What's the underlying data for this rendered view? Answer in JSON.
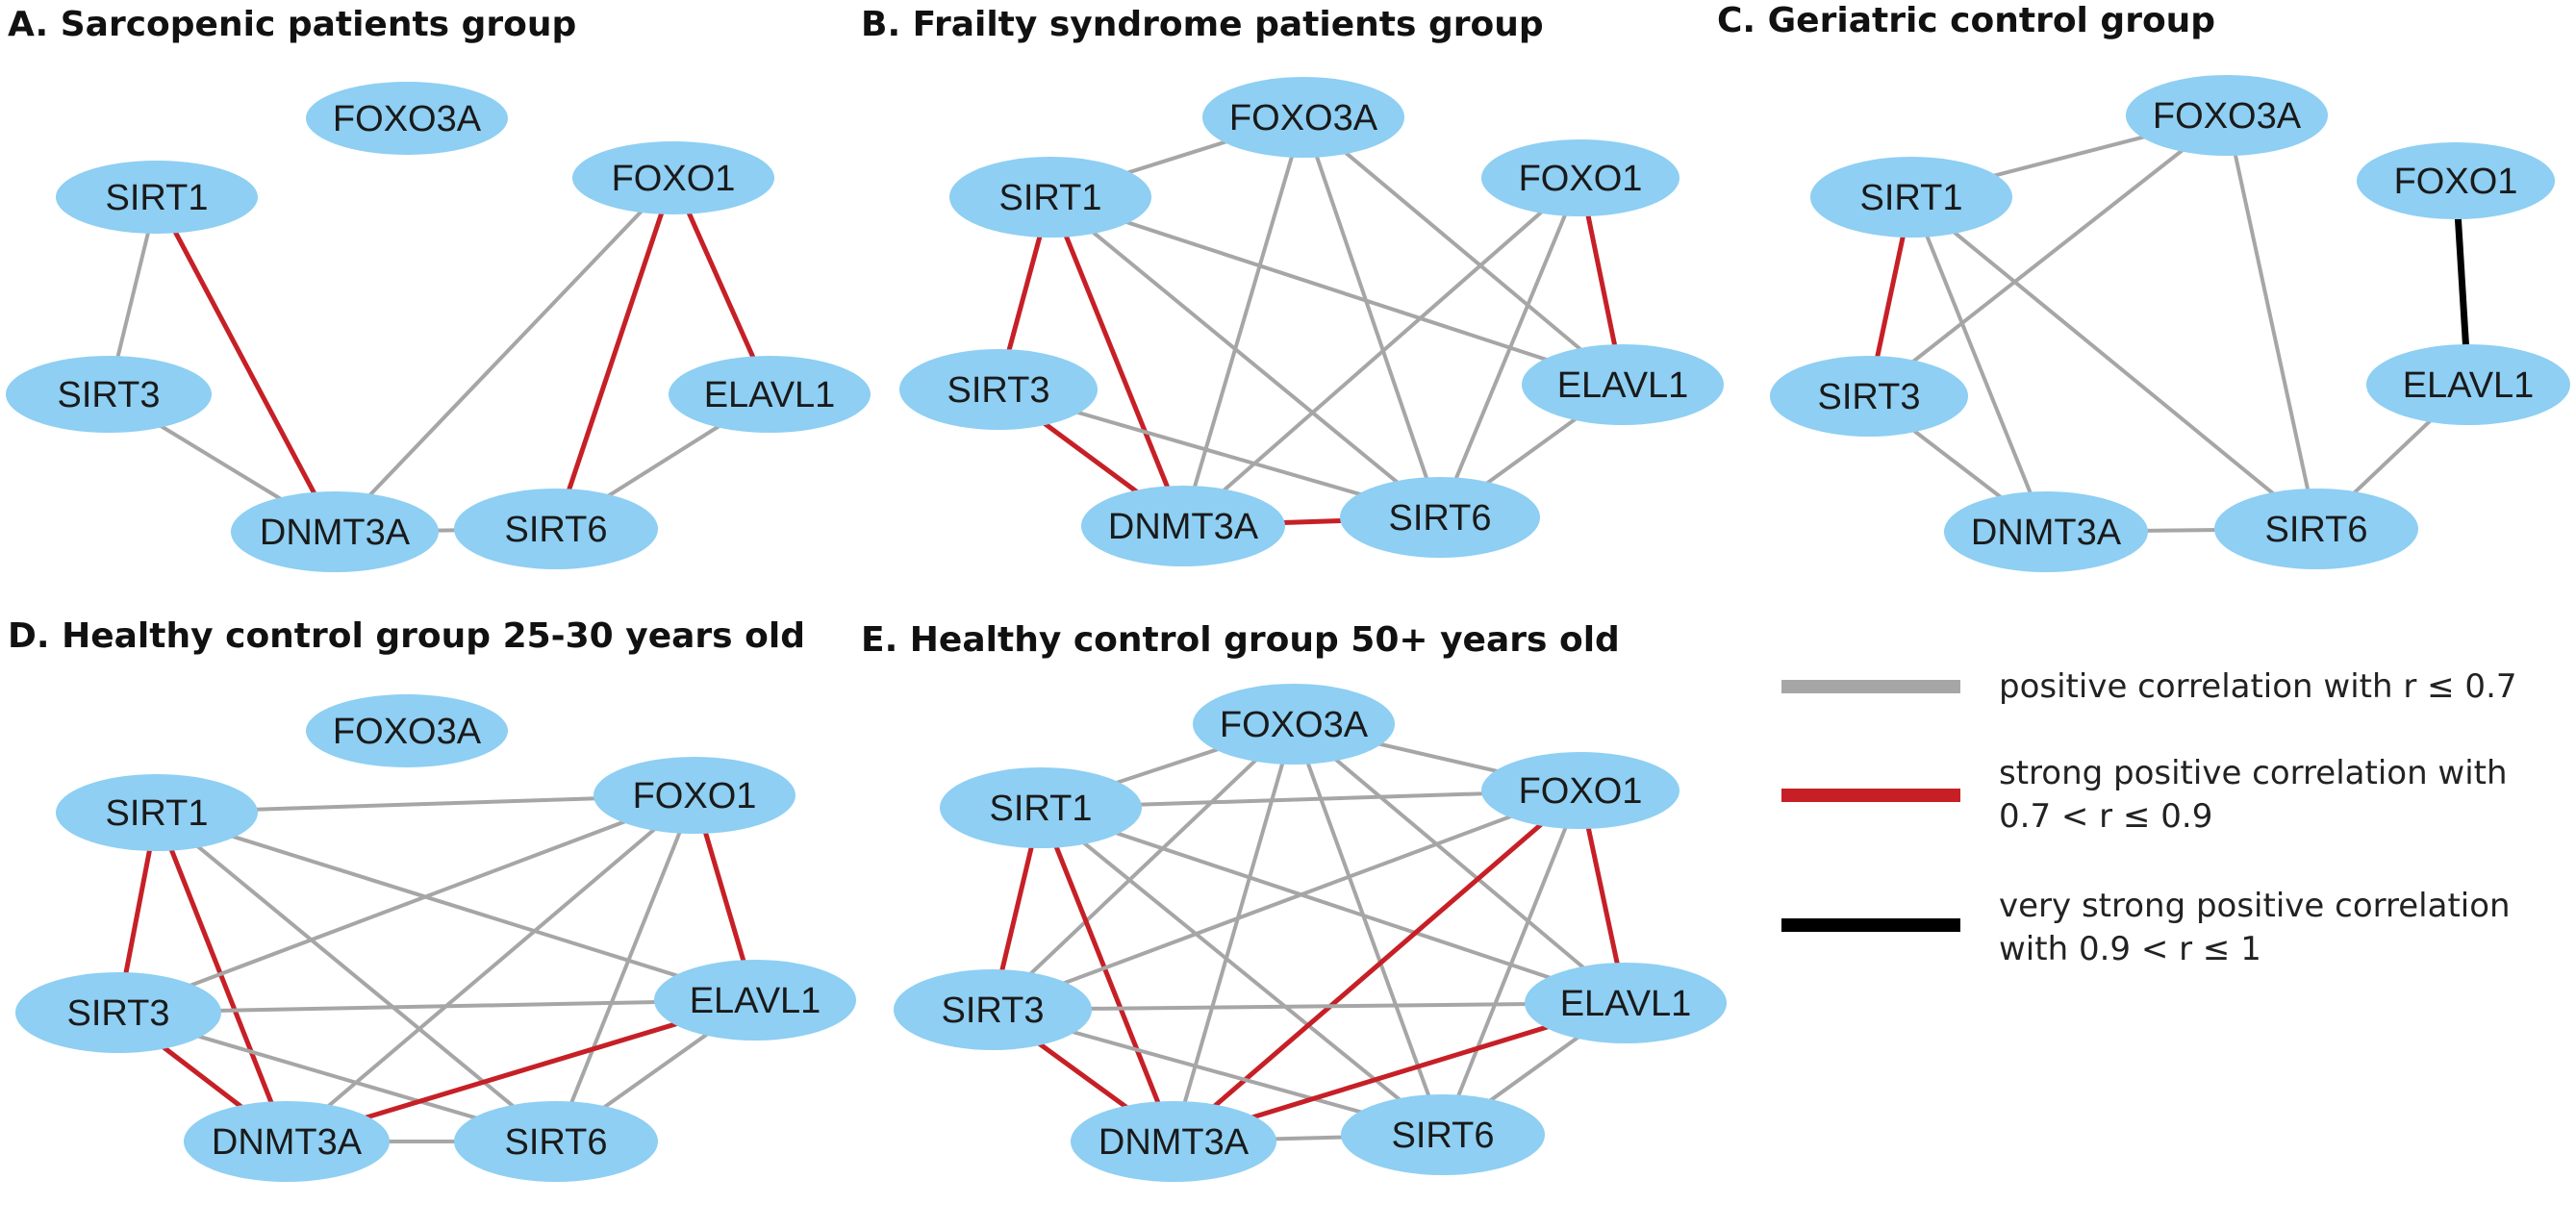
{
  "colors": {
    "node_fill": "#8ecff3",
    "weak": "#a6a6a6",
    "strong": "#c62026",
    "very_strong": "#000000"
  },
  "panels": [
    {
      "id": "A",
      "title": "A. Sarcopenic patients group",
      "edges": [
        {
          "from": "SIRT1",
          "to": "SIRT3",
          "level": "weak"
        },
        {
          "from": "SIRT1",
          "to": "DNMT3A",
          "level": "strong"
        },
        {
          "from": "SIRT3",
          "to": "DNMT3A",
          "level": "weak"
        },
        {
          "from": "FOXO1",
          "to": "DNMT3A",
          "level": "weak"
        },
        {
          "from": "FOXO1",
          "to": "SIRT6",
          "level": "strong"
        },
        {
          "from": "FOXO1",
          "to": "ELAVL1",
          "level": "strong"
        },
        {
          "from": "ELAVL1",
          "to": "SIRT6",
          "level": "weak"
        },
        {
          "from": "DNMT3A",
          "to": "SIRT6",
          "level": "weak"
        }
      ]
    },
    {
      "id": "B",
      "title": "B. Frailty syndrome patients group",
      "edges": [
        {
          "from": "SIRT1",
          "to": "FOXO3A",
          "level": "weak"
        },
        {
          "from": "SIRT1",
          "to": "SIRT3",
          "level": "strong"
        },
        {
          "from": "SIRT1",
          "to": "DNMT3A",
          "level": "strong"
        },
        {
          "from": "SIRT1",
          "to": "SIRT6",
          "level": "weak"
        },
        {
          "from": "SIRT1",
          "to": "ELAVL1",
          "level": "weak"
        },
        {
          "from": "FOXO3A",
          "to": "DNMT3A",
          "level": "weak"
        },
        {
          "from": "FOXO3A",
          "to": "SIRT6",
          "level": "weak"
        },
        {
          "from": "FOXO3A",
          "to": "ELAVL1",
          "level": "weak"
        },
        {
          "from": "FOXO1",
          "to": "ELAVL1",
          "level": "strong"
        },
        {
          "from": "FOXO1",
          "to": "DNMT3A",
          "level": "weak"
        },
        {
          "from": "FOXO1",
          "to": "SIRT6",
          "level": "weak"
        },
        {
          "from": "SIRT3",
          "to": "DNMT3A",
          "level": "strong"
        },
        {
          "from": "SIRT3",
          "to": "SIRT6",
          "level": "weak"
        },
        {
          "from": "DNMT3A",
          "to": "SIRT6",
          "level": "strong"
        },
        {
          "from": "ELAVL1",
          "to": "SIRT6",
          "level": "weak"
        }
      ]
    },
    {
      "id": "C",
      "title": "C. Geriatric control group",
      "edges": [
        {
          "from": "SIRT1",
          "to": "FOXO3A",
          "level": "weak"
        },
        {
          "from": "SIRT1",
          "to": "SIRT3",
          "level": "strong"
        },
        {
          "from": "SIRT1",
          "to": "DNMT3A",
          "level": "weak"
        },
        {
          "from": "SIRT1",
          "to": "SIRT6",
          "level": "weak"
        },
        {
          "from": "FOXO3A",
          "to": "SIRT3",
          "level": "weak"
        },
        {
          "from": "FOXO3A",
          "to": "SIRT6",
          "level": "weak"
        },
        {
          "from": "FOXO1",
          "to": "ELAVL1",
          "level": "very_strong"
        },
        {
          "from": "SIRT3",
          "to": "DNMT3A",
          "level": "weak"
        },
        {
          "from": "DNMT3A",
          "to": "SIRT6",
          "level": "weak"
        },
        {
          "from": "ELAVL1",
          "to": "SIRT6",
          "level": "weak"
        }
      ]
    },
    {
      "id": "D",
      "title": "D. Healthy control group 25-30 years old",
      "edges": [
        {
          "from": "SIRT1",
          "to": "FOXO1",
          "level": "weak"
        },
        {
          "from": "SIRT1",
          "to": "SIRT3",
          "level": "strong"
        },
        {
          "from": "SIRT1",
          "to": "DNMT3A",
          "level": "strong"
        },
        {
          "from": "SIRT1",
          "to": "ELAVL1",
          "level": "weak"
        },
        {
          "from": "SIRT1",
          "to": "SIRT6",
          "level": "weak"
        },
        {
          "from": "FOXO1",
          "to": "SIRT3",
          "level": "weak"
        },
        {
          "from": "FOXO1",
          "to": "DNMT3A",
          "level": "weak"
        },
        {
          "from": "FOXO1",
          "to": "SIRT6",
          "level": "weak"
        },
        {
          "from": "FOXO1",
          "to": "ELAVL1",
          "level": "strong"
        },
        {
          "from": "SIRT3",
          "to": "ELAVL1",
          "level": "weak"
        },
        {
          "from": "SIRT3",
          "to": "DNMT3A",
          "level": "strong"
        },
        {
          "from": "SIRT3",
          "to": "SIRT6",
          "level": "weak"
        },
        {
          "from": "ELAVL1",
          "to": "DNMT3A",
          "level": "strong"
        },
        {
          "from": "ELAVL1",
          "to": "SIRT6",
          "level": "weak"
        },
        {
          "from": "DNMT3A",
          "to": "SIRT6",
          "level": "weak"
        }
      ]
    },
    {
      "id": "E",
      "title": "E. Healthy control group 50+ years old",
      "edges": [
        {
          "from": "FOXO3A",
          "to": "SIRT1",
          "level": "weak"
        },
        {
          "from": "FOXO3A",
          "to": "FOXO1",
          "level": "weak"
        },
        {
          "from": "FOXO3A",
          "to": "SIRT3",
          "level": "weak"
        },
        {
          "from": "FOXO3A",
          "to": "DNMT3A",
          "level": "weak"
        },
        {
          "from": "FOXO3A",
          "to": "SIRT6",
          "level": "weak"
        },
        {
          "from": "FOXO3A",
          "to": "ELAVL1",
          "level": "weak"
        },
        {
          "from": "SIRT1",
          "to": "FOXO1",
          "level": "weak"
        },
        {
          "from": "SIRT1",
          "to": "SIRT3",
          "level": "strong"
        },
        {
          "from": "SIRT1",
          "to": "DNMT3A",
          "level": "strong"
        },
        {
          "from": "SIRT1",
          "to": "ELAVL1",
          "level": "weak"
        },
        {
          "from": "SIRT1",
          "to": "SIRT6",
          "level": "weak"
        },
        {
          "from": "FOXO1",
          "to": "SIRT3",
          "level": "weak"
        },
        {
          "from": "FOXO1",
          "to": "DNMT3A",
          "level": "strong"
        },
        {
          "from": "FOXO1",
          "to": "SIRT6",
          "level": "weak"
        },
        {
          "from": "FOXO1",
          "to": "ELAVL1",
          "level": "strong"
        },
        {
          "from": "SIRT3",
          "to": "ELAVL1",
          "level": "weak"
        },
        {
          "from": "SIRT3",
          "to": "DNMT3A",
          "level": "strong"
        },
        {
          "from": "SIRT3",
          "to": "SIRT6",
          "level": "weak"
        },
        {
          "from": "ELAVL1",
          "to": "DNMT3A",
          "level": "strong"
        },
        {
          "from": "ELAVL1",
          "to": "SIRT6",
          "level": "weak"
        },
        {
          "from": "DNMT3A",
          "to": "SIRT6",
          "level": "weak"
        }
      ]
    }
  ],
  "legend": [
    {
      "level": "weak",
      "lines": [
        "positive correlation with r ≤ 0.7"
      ]
    },
    {
      "level": "strong",
      "lines": [
        "strong positive correlation with",
        "0.7 < r ≤ 0.9"
      ]
    },
    {
      "level": "very_strong",
      "lines": [
        "very strong positive correlation",
        "with 0.9 < r ≤ 1"
      ]
    }
  ]
}
